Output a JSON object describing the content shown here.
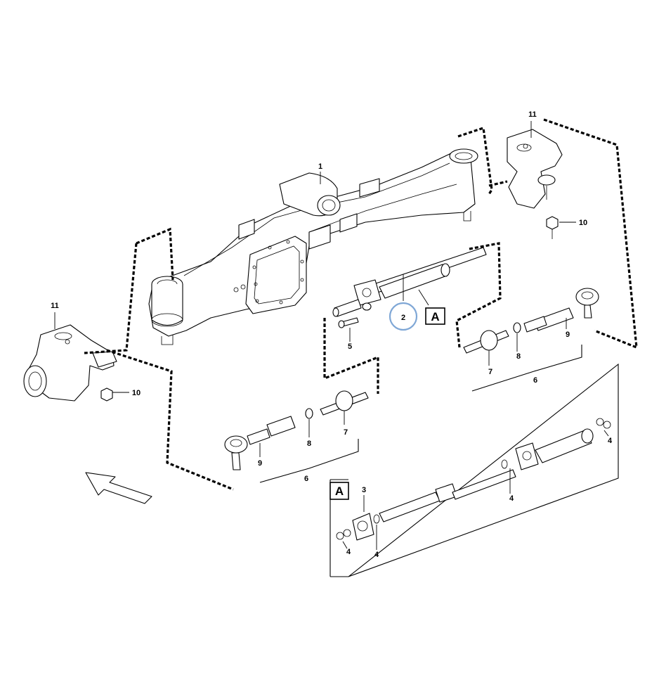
{
  "diagram": {
    "part_labels": {
      "p1": "1",
      "p2": "2",
      "p3": "3",
      "p4a": "4",
      "p4b": "4",
      "p4c": "4",
      "p4d": "4",
      "p5": "5",
      "p6_right": "6",
      "p6_left": "6",
      "p7_right": "7",
      "p7_left": "7",
      "p8_right": "8",
      "p8_left": "8",
      "p9_right": "9",
      "p9_left": "9",
      "p10_right": "10",
      "p10_left": "10",
      "p11_right": "11",
      "p11_left": "11"
    },
    "detail_box_label": "A",
    "detail_ref_label": "A",
    "highlight_color": "#7fa7d6",
    "line_color": "#000000"
  }
}
